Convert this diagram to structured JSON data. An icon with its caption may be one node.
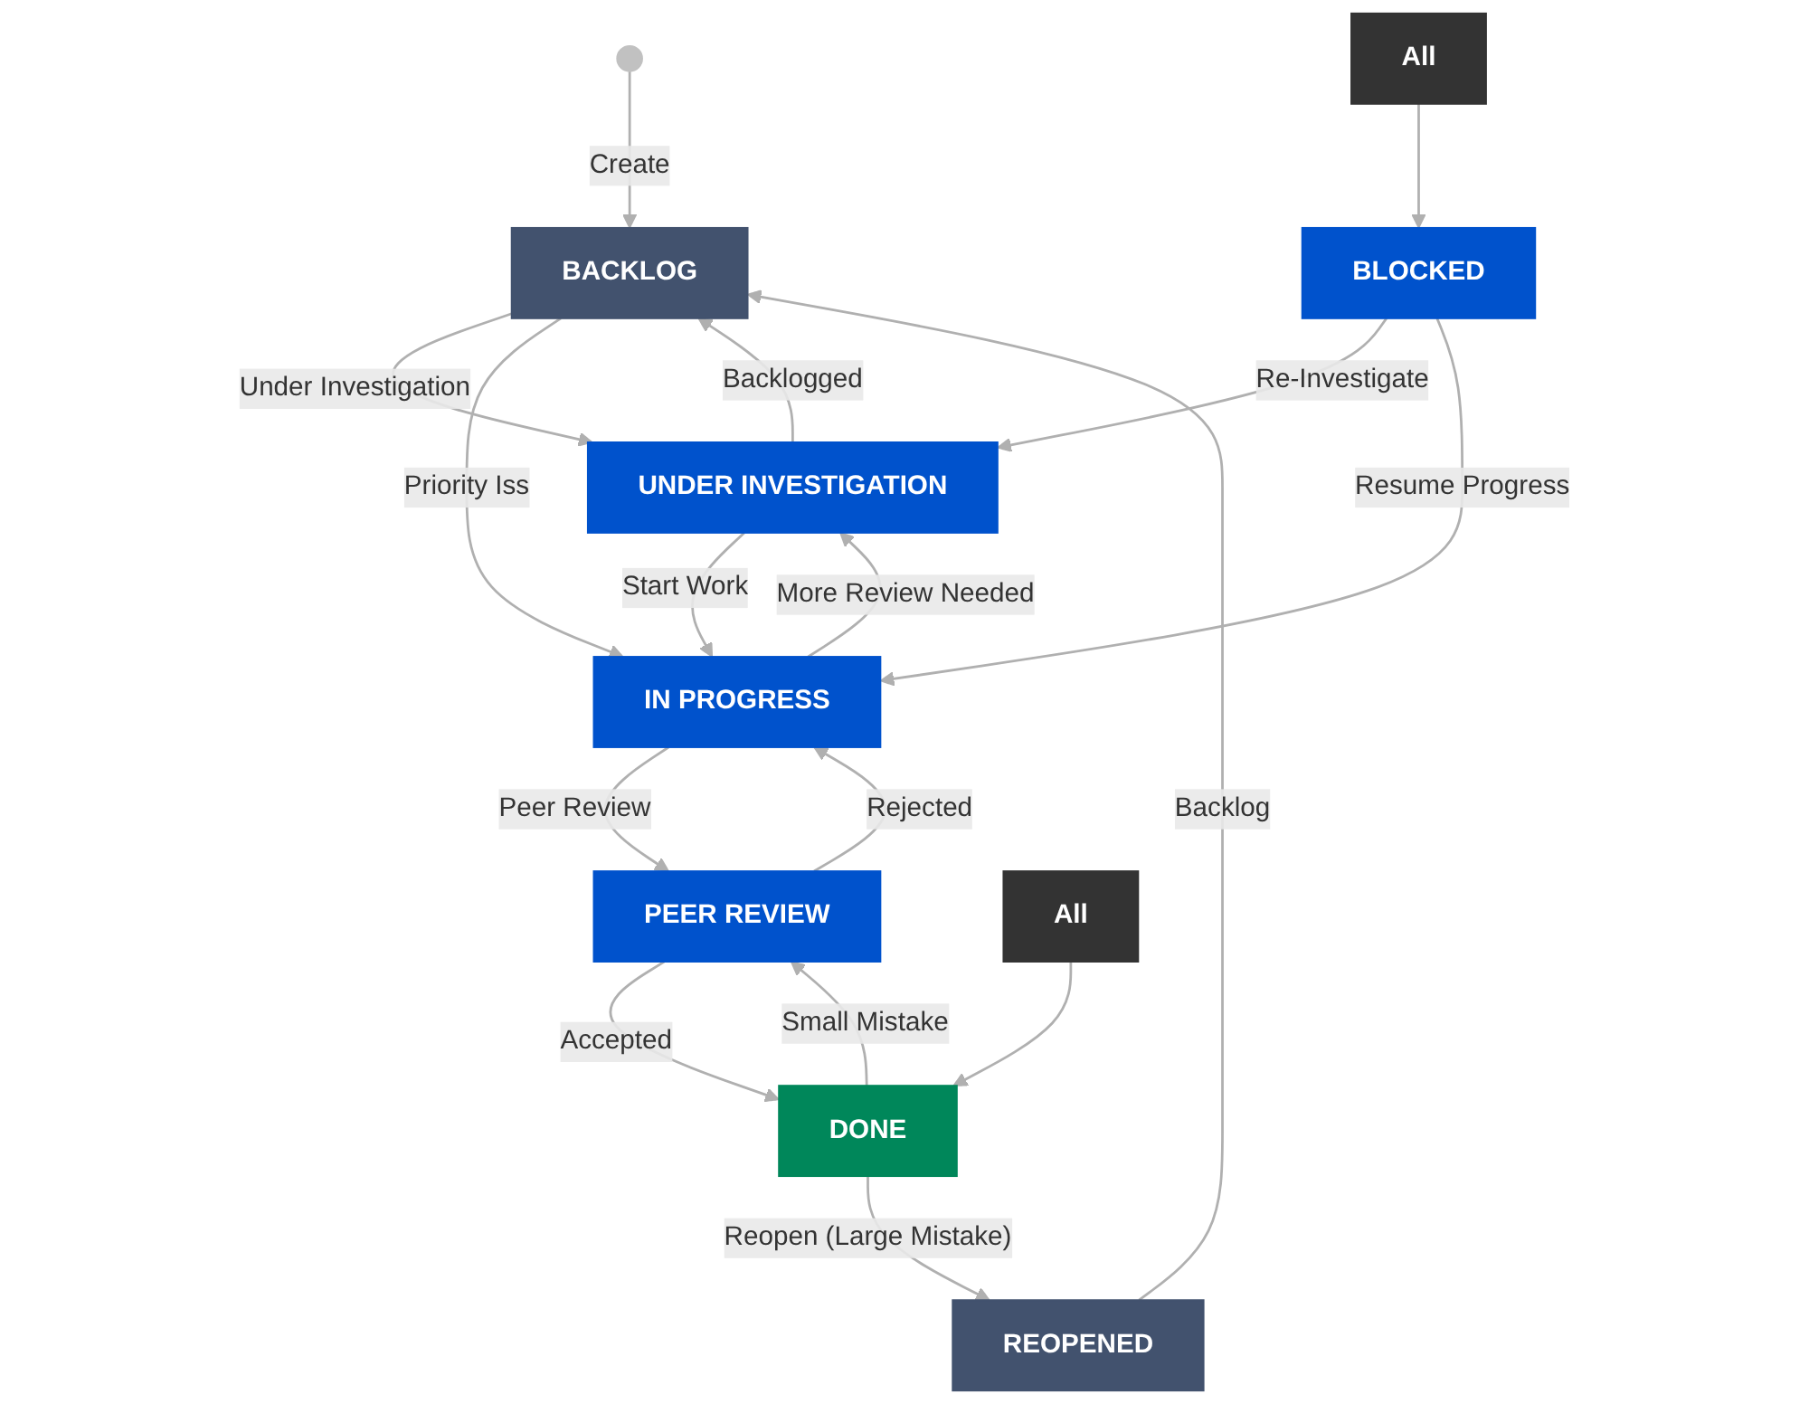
{
  "diagram": {
    "nodes": [
      {
        "text": [],
        "shape": "circle"
      },
      {
        "text": [
          "BACKLOG"
        ]
      },
      {
        "text": [
          "UNDER INVESTIGATION"
        ]
      },
      {
        "text": [
          "IN PROGRESS"
        ]
      },
      {
        "text": [
          "BLOCKED"
        ]
      },
      {
        "text": [
          "All"
        ]
      },
      {
        "text": [
          "REOPENED"
        ]
      },
      {
        "text": [
          "PEER REVIEW"
        ]
      },
      {
        "text": [
          "DONE"
        ]
      },
      {
        "text": [
          "All"
        ]
      }
    ],
    "edges": [
      {
        "from": 0,
        "to": 1,
        "label": "Create",
        "arrow": "to"
      },
      {
        "from": 6,
        "to": 1,
        "label": "Backlog",
        "arrow": "to"
      },
      {
        "from": 1,
        "to": 2,
        "label": "Under Investigation",
        "arrow": "to"
      },
      {
        "from": 2,
        "to": 1,
        "label": "Backlogged",
        "arrow": "to"
      },
      {
        "from": 1,
        "to": 3,
        "label": "Priority Iss",
        "arrow": "to"
      },
      {
        "from": 2,
        "to": 3,
        "label": "Start Work",
        "arrow": "to"
      },
      {
        "from": 3,
        "to": 2,
        "label": "More Review Needed",
        "arrow": "to"
      },
      {
        "from": 4,
        "to": 2,
        "label": "Re-Investigate",
        "arrow": "to"
      },
      {
        "from": 4,
        "to": 3,
        "label": "Resume Progress",
        "arrow": "to"
      },
      {
        "from": 5,
        "to": 4,
        "arrow": "to"
      },
      {
        "from": 3,
        "to": 7,
        "label": "Peer Review",
        "arrow": "to"
      },
      {
        "from": 7,
        "to": 3,
        "label": "Rejected",
        "arrow": "to"
      },
      {
        "from": 7,
        "to": 8,
        "label": "Accepted",
        "arrow": "to"
      },
      {
        "from": 8,
        "to": 7,
        "label": "Small Mistake",
        "arrow": "to"
      },
      {
        "from": 8,
        "to": 6,
        "label": "Reopen (Large Mistake)",
        "arrow": "to"
      },
      {
        "from": 9,
        "to": 8,
        "arrow": "to"
      }
    ]
  }
}
